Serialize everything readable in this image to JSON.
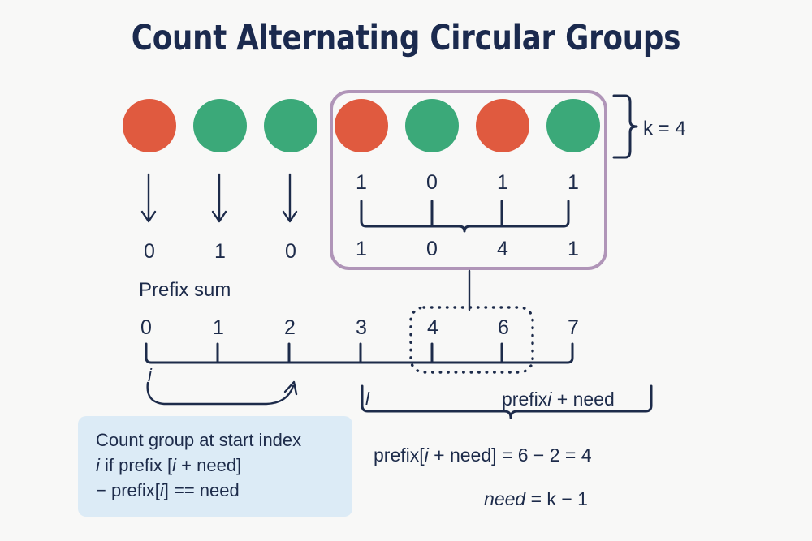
{
  "page": {
    "title": "Count Alternating Circular Groups",
    "background_color": "#f8f8f7",
    "ink_color": "#1d2b4a"
  },
  "palette": {
    "red": "#e05a3f",
    "green": "#3ba979",
    "purple_box": "#b095b8",
    "callout_bg": "#dcebf6",
    "ink": "#1d2b4a"
  },
  "circles": [
    {
      "color_name": "red",
      "hex": "#e05a3f",
      "in_group": false
    },
    {
      "color_name": "green",
      "hex": "#3ba979",
      "in_group": false
    },
    {
      "color_name": "green",
      "hex": "#3ba979",
      "in_group": false
    },
    {
      "color_name": "red",
      "hex": "#e05a3f",
      "in_group": true
    },
    {
      "color_name": "green",
      "hex": "#3ba979",
      "in_group": true
    },
    {
      "color_name": "red",
      "hex": "#e05a3f",
      "in_group": true
    },
    {
      "color_name": "green",
      "hex": "#3ba979",
      "in_group": true
    }
  ],
  "k_label": "k = 4",
  "arrow_values": [
    "0",
    "1",
    "0"
  ],
  "group": {
    "top_row": [
      "1",
      "0",
      "1",
      "1"
    ],
    "bottom_row": [
      "1",
      "0",
      "4",
      "1"
    ]
  },
  "prefix": {
    "label": "Prefix sum",
    "values": [
      "0",
      "1",
      "2",
      "3",
      "4",
      "6",
      "7"
    ],
    "highlighted": [
      "4",
      "6"
    ],
    "i_label": "i",
    "l_label": "l",
    "span_label_parts": {
      "prefix": "prefix",
      "i": "i",
      "rest": "+ need"
    }
  },
  "callout": {
    "line1": "Count group at start index",
    "line2_i": "i",
    "line2_rest": " if prefix [",
    "line2_i2": "i",
    "line2_tail": "+ need]",
    "line3_pre": "− prefix[",
    "line3_i": "i",
    "line3_tail": "] == need"
  },
  "equations": {
    "eq1_pre": "prefix[",
    "eq1_i": "i",
    "eq1_post": "+ need]  =  6 − 2 = 4",
    "eq2_italic": "need",
    "eq2_rest": " = k − 1"
  }
}
